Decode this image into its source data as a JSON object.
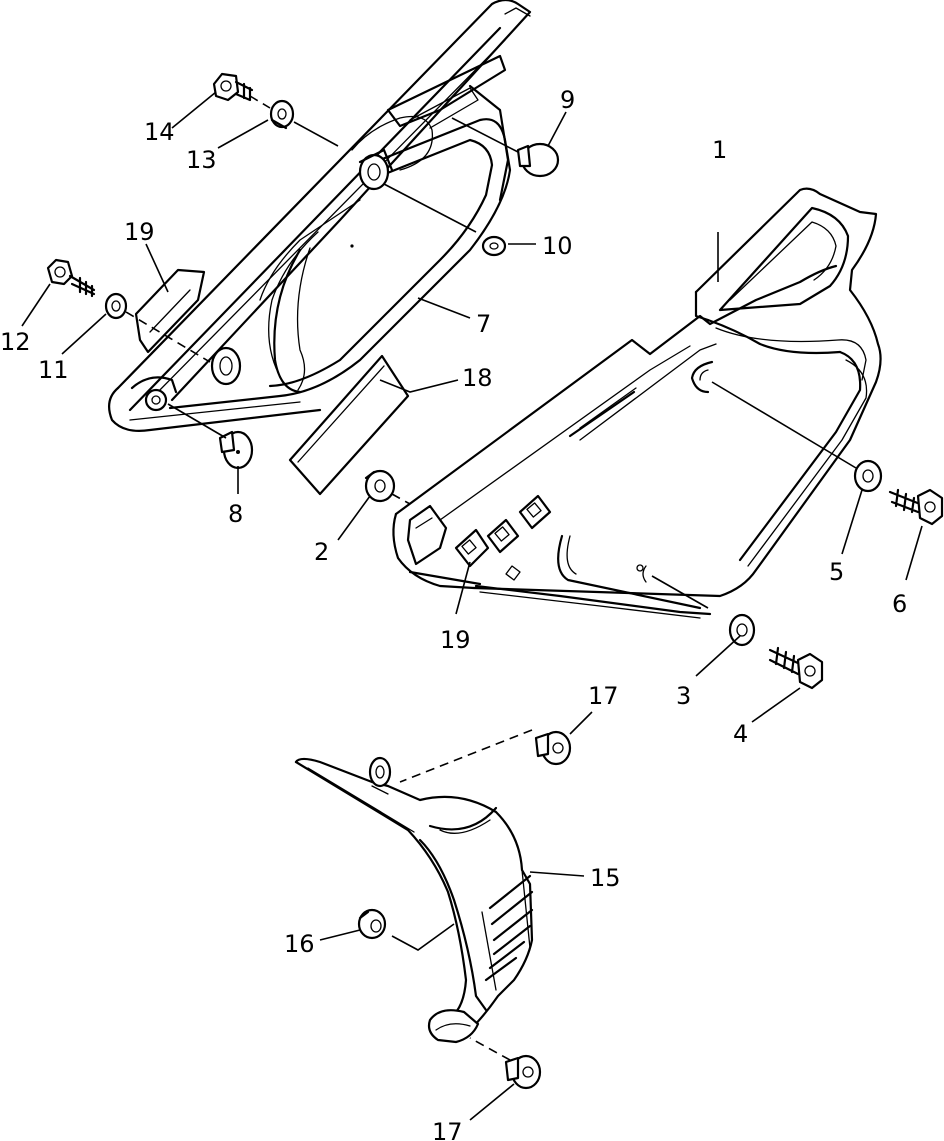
{
  "callouts": [
    {
      "id": "1",
      "text": "1"
    },
    {
      "id": "2",
      "text": "2"
    },
    {
      "id": "3",
      "text": "3"
    },
    {
      "id": "4",
      "text": "4"
    },
    {
      "id": "5",
      "text": "5"
    },
    {
      "id": "6",
      "text": "6"
    },
    {
      "id": "7",
      "text": "7"
    },
    {
      "id": "8",
      "text": "8"
    },
    {
      "id": "9",
      "text": "9"
    },
    {
      "id": "10",
      "text": "10"
    },
    {
      "id": "11",
      "text": "11"
    },
    {
      "id": "12",
      "text": "12"
    },
    {
      "id": "13",
      "text": "13"
    },
    {
      "id": "14",
      "text": "14"
    },
    {
      "id": "15",
      "text": "15"
    },
    {
      "id": "16",
      "text": "16"
    },
    {
      "id": "17a",
      "text": "17"
    },
    {
      "id": "17b",
      "text": "17"
    },
    {
      "id": "18",
      "text": "18"
    },
    {
      "id": "19a",
      "text": "19"
    },
    {
      "id": "19b",
      "text": "19"
    }
  ],
  "colors": {
    "line": "#000000",
    "background": "#ffffff"
  }
}
